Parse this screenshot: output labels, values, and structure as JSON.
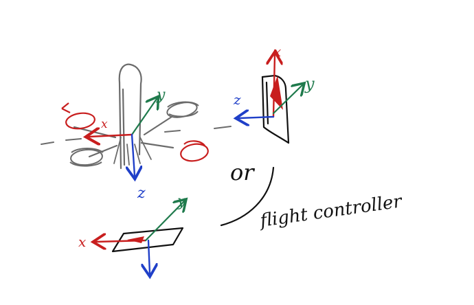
{
  "colors": {
    "x_axis": "#c81e1e",
    "y_axis": "#1f7a4c",
    "z_axis": "#1f3fc8",
    "body": "#6b6b6b",
    "ink": "#111111"
  },
  "drone_frame": {
    "x_label": "x",
    "y_label": "y",
    "z_label": "z"
  },
  "vertical_board": {
    "x_label": "x",
    "y_label": "y",
    "z_label": "z"
  },
  "flat_board": {
    "x_label": "x",
    "y_label": "y"
  },
  "annotations": {
    "or_text": "or",
    "flight_controller_text": "flight controller"
  }
}
